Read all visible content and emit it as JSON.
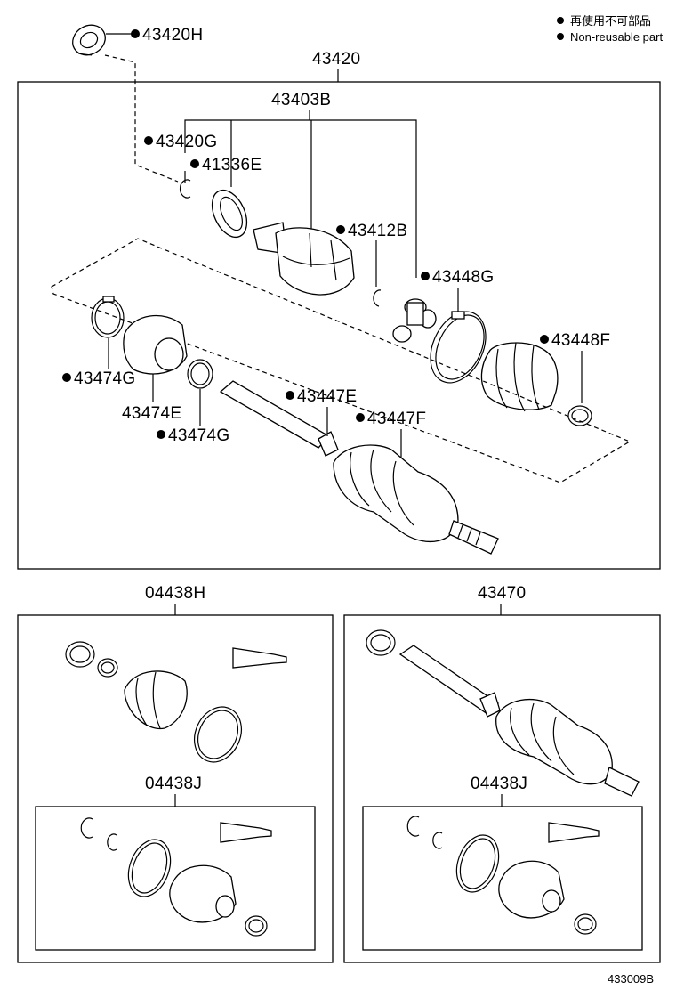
{
  "legend": {
    "line1": "再使用不可部品",
    "line2": "Non-reusable part"
  },
  "labels": {
    "p43420H": "43420H",
    "p43420": "43420",
    "p43403B": "43403B",
    "p43420G": "43420G",
    "p41336E": "41336E",
    "p43412B": "43412B",
    "p43448G": "43448G",
    "p43448F": "43448F",
    "p43474G_a": "43474G",
    "p43474E": "43474E",
    "p43474G_b": "43474G",
    "p43447E": "43447E",
    "p43447F": "43447F",
    "p04438H": "04438H",
    "p43470": "43470",
    "p04438J_a": "04438J",
    "p04438J_b": "04438J"
  },
  "diagram_id": "433009B"
}
